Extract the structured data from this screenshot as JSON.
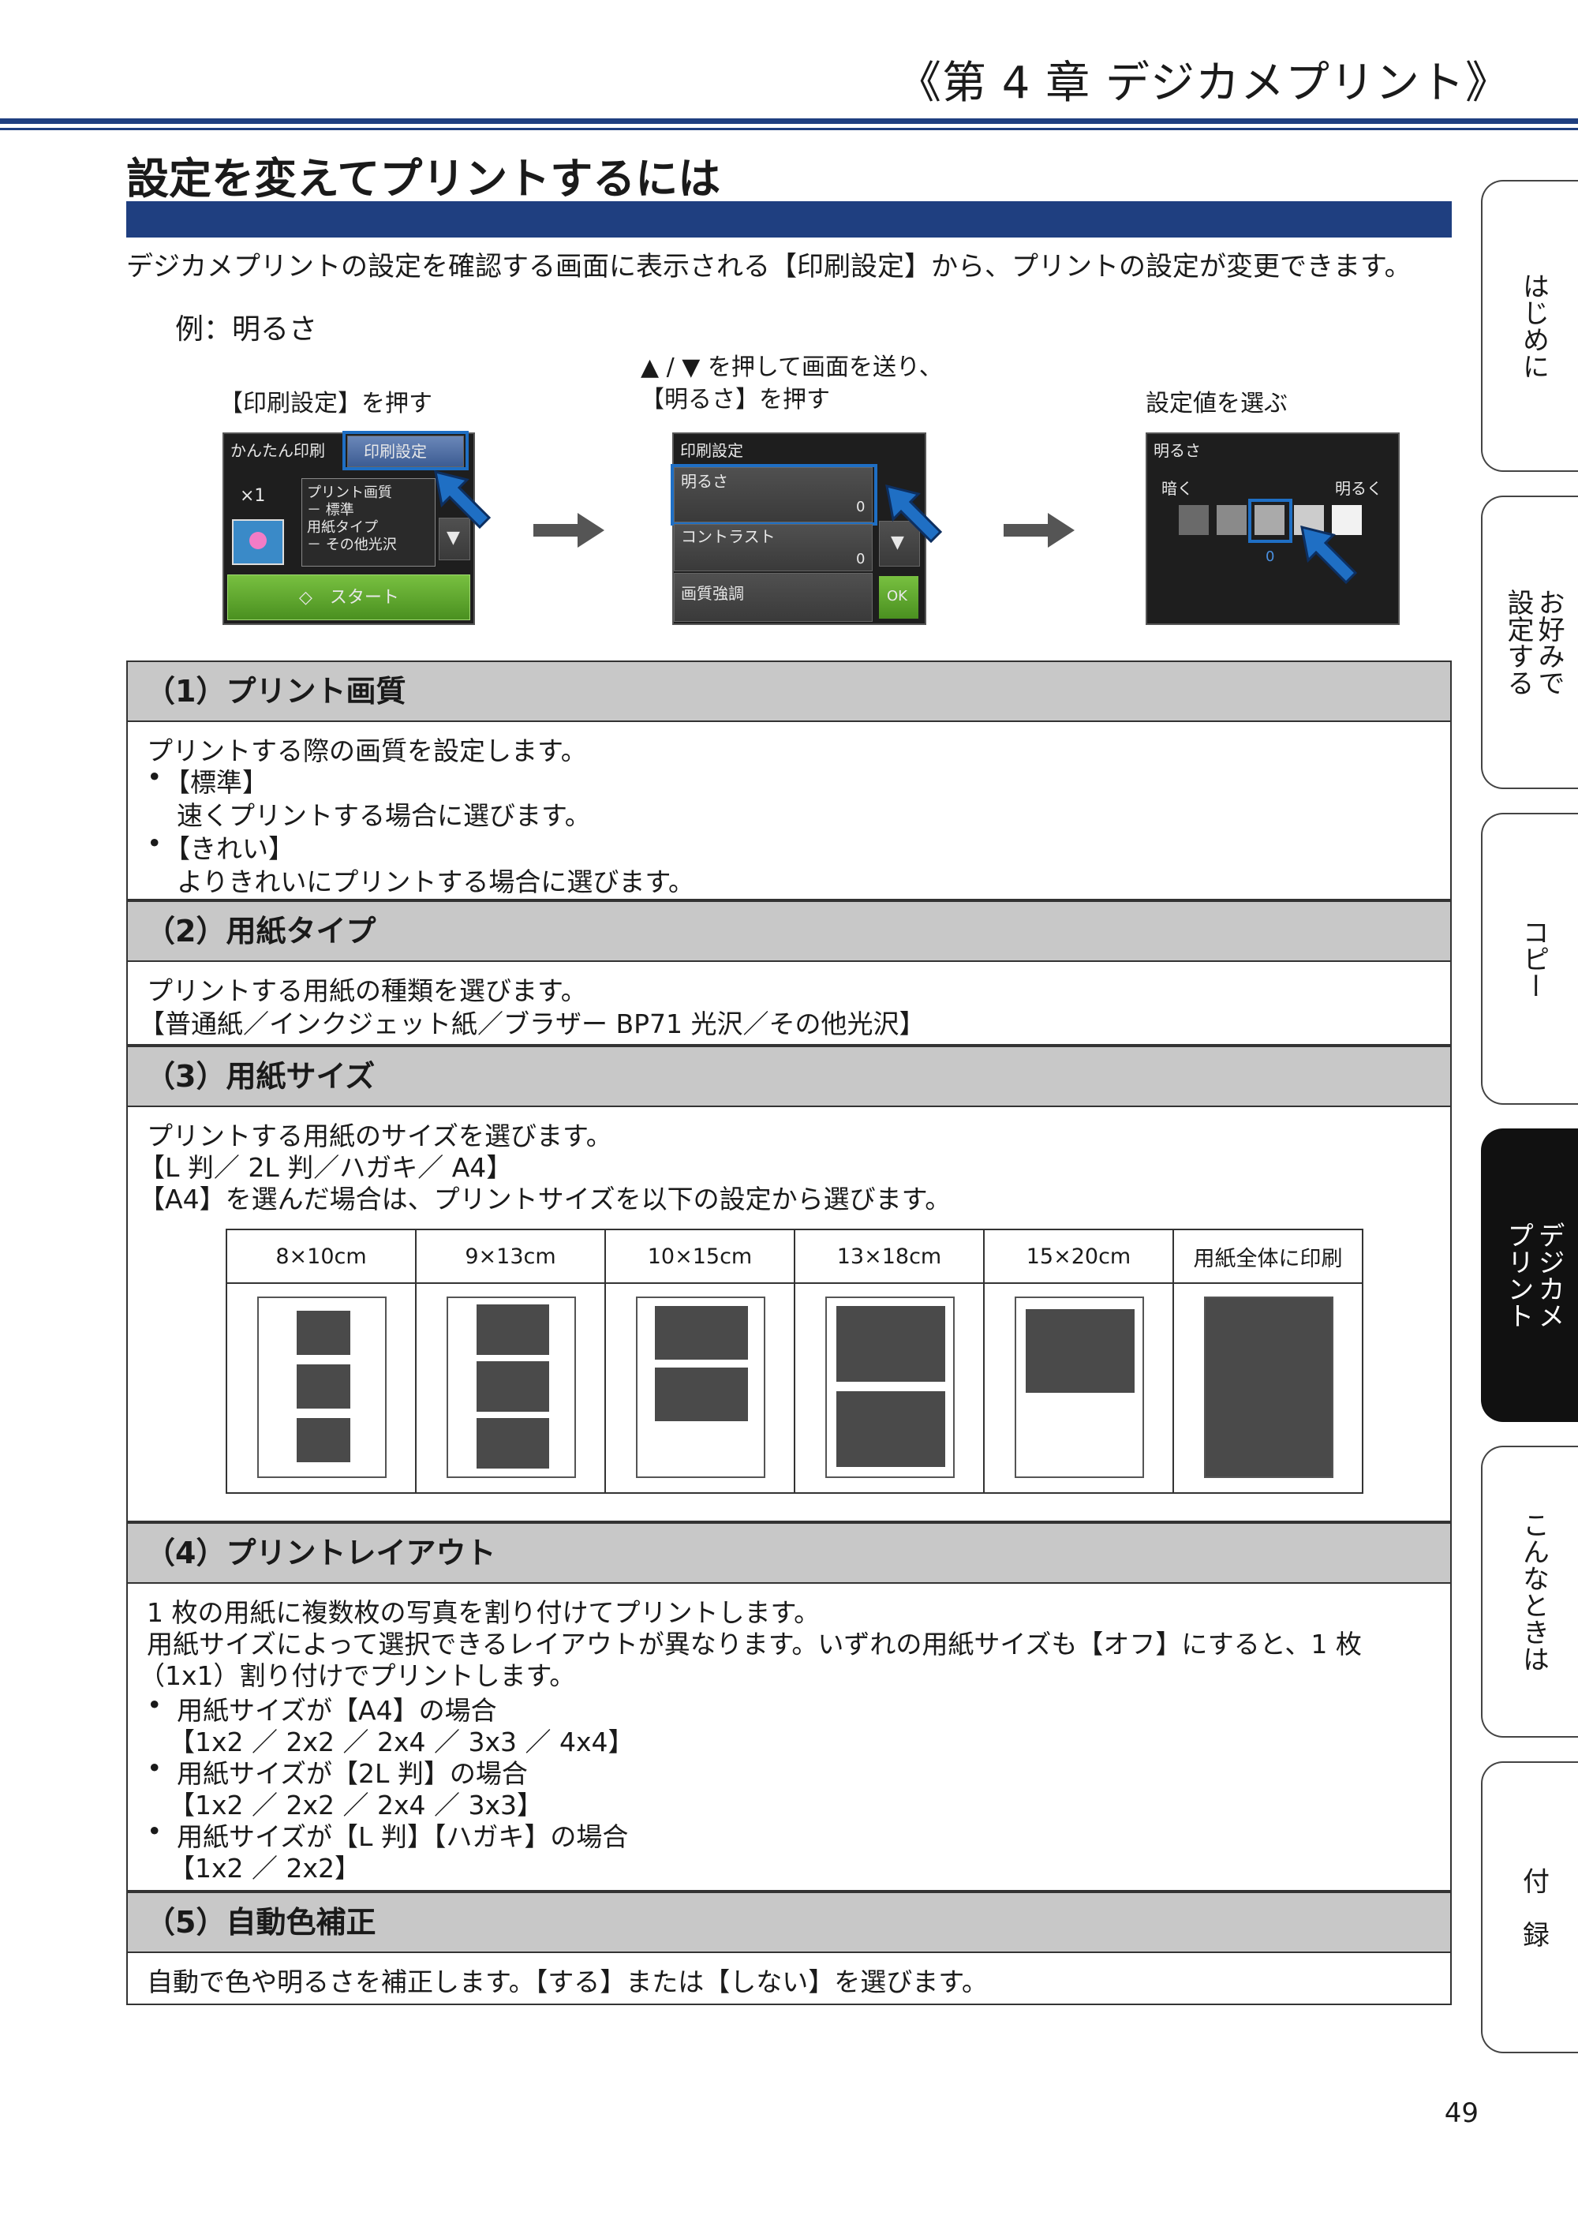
{
  "header": {
    "chapter": "《第 4 章 デジカメプリント》"
  },
  "page": {
    "title": "設定を変えてプリントするには",
    "intro": "デジカメプリントの設定を確認する画面に表示される【印刷設定】から、プリントの設定が変更できます。",
    "example": "例：明るさ",
    "number": "49"
  },
  "steps": {
    "step1_caption": "【印刷設定】を押す",
    "step2_caption_line1": "▲ / ▼ を押して画面を送り、",
    "step2_caption_line2": "【明るさ】を押す",
    "step3_caption": "設定値を選ぶ"
  },
  "screen1": {
    "mode_label": "かんたん印刷",
    "print_settings_button": "印刷設定",
    "copies": "×1",
    "info_line1": "プリント画質",
    "info_line2": "－ 標準",
    "info_line3": "用紙タイプ",
    "info_line4": "－ その他光沢",
    "down_arrow": "▼",
    "start_button": "◇　スタート"
  },
  "screen2": {
    "title": "印刷設定",
    "row1_label": "明るさ",
    "row1_value": "0",
    "row2_label": "コントラスト",
    "row2_value": "0",
    "row3_label": "画質強調",
    "down_arrow": "▼",
    "ok_button": "OK"
  },
  "screen3": {
    "title": "明るさ",
    "dark_label": "暗く",
    "bright_label": "明るく",
    "value": "0"
  },
  "sections": [
    {
      "heading": "（1）プリント画質",
      "lines": [
        "プリントする際の画質を設定します。",
        "【標準】",
        "速くプリントする場合に選びます。",
        "【きれい】",
        "よりきれいにプリントする場合に選びます。"
      ]
    },
    {
      "heading": "（2）用紙タイプ",
      "lines": [
        "プリントする用紙の種類を選びます。",
        "【普通紙／インクジェット紙／ブラザー BP71 光沢／その他光沢】"
      ]
    },
    {
      "heading": "（3）用紙サイズ",
      "lines": [
        "プリントする用紙のサイズを選びます。",
        "【L 判／ 2L 判／ハガキ／ A4】",
        "【A4】を選んだ場合は、プリントサイズを以下の設定から選びます。"
      ]
    },
    {
      "heading": "（4）プリントレイアウト",
      "lines": [
        "1 枚の用紙に複数枚の写真を割り付けてプリントします。",
        "用紙サイズによって選択できるレイアウトが異なります。いずれの用紙サイズも【オフ】にすると、1 枚",
        "（1x1）割り付けでプリントします。",
        "用紙サイズが【A4】の場合",
        "【1x2 ／ 2x2 ／ 2x4 ／ 3x3 ／ 4x4】",
        "用紙サイズが【2L 判】の場合",
        "【1x2 ／ 2x2 ／ 2x4 ／ 3x3】",
        "用紙サイズが【L 判】【ハガキ】の場合",
        "【1x2 ／ 2x2】"
      ]
    },
    {
      "heading": "（5）自動色補正",
      "lines": [
        "自動で色や明るさを補正します。【する】または【しない】を選びます。"
      ]
    }
  ],
  "size_table": {
    "columns": [
      "8×10cm",
      "9×13cm",
      "10×15cm",
      "13×18cm",
      "15×20cm",
      "用紙全体に印刷"
    ]
  },
  "side_tabs": [
    {
      "label": "はじめに",
      "active": false
    },
    {
      "label": "お好みで\n設定する",
      "active": false
    },
    {
      "label": "コピー",
      "active": false
    },
    {
      "label": "デジカメ\nプリント",
      "active": true
    },
    {
      "label": "こんなときは",
      "active": false
    },
    {
      "label": "付　録",
      "active": false
    }
  ],
  "colors": {
    "accent_blue": "#1f3f80",
    "highlight_blue": "#1f6fc4",
    "start_green": "#5aa02c",
    "section_gray": "#c8c8c8"
  }
}
